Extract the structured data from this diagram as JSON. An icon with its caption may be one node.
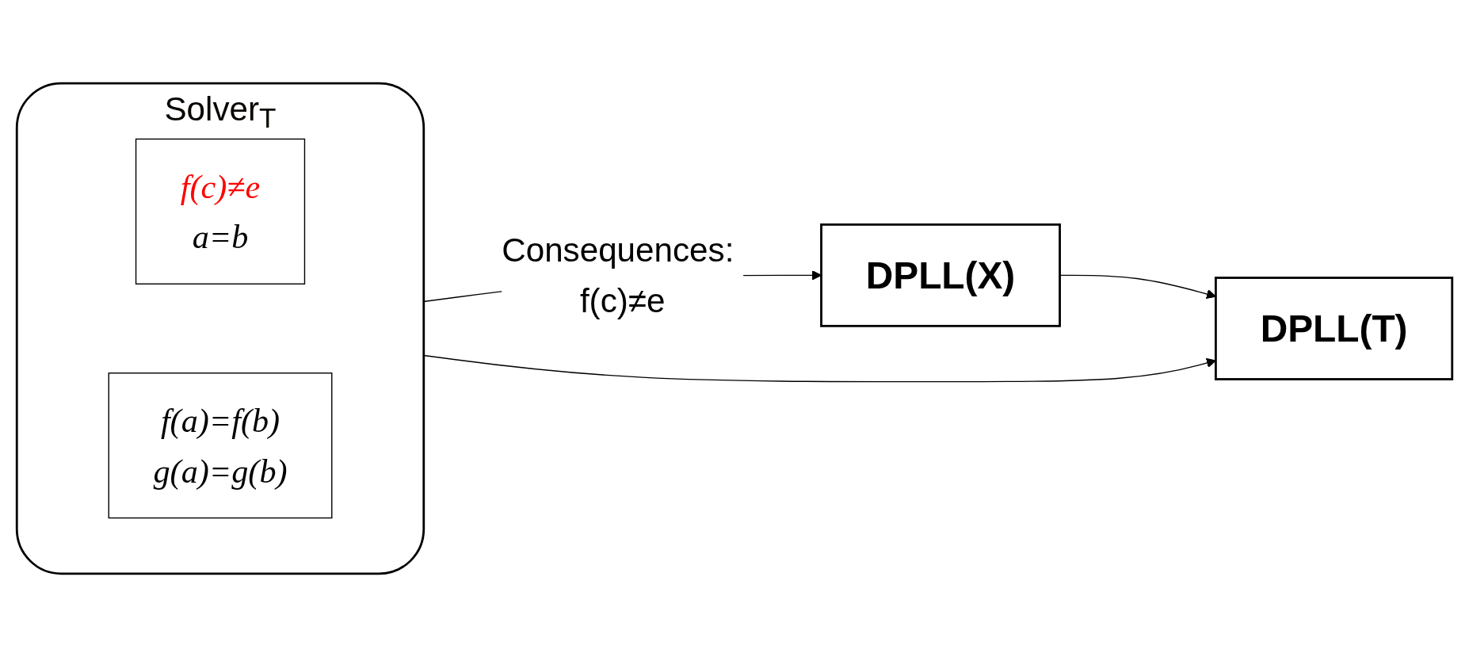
{
  "diagram": {
    "nodes": [
      {
        "text": [
          "Solver$_{T}$"
        ]
      },
      {
        "text": [
          "f(c)≠e",
          "a=b"
        ],
        "in": 0
      },
      {
        "text": [
          "f(a)=f(b)",
          "g(a)=g(b)"
        ],
        "in": 0
      },
      {
        "text": [
          "DPLL(X)"
        ]
      },
      {
        "text": [
          "DPLL(T)"
        ]
      }
    ],
    "edges": [
      {
        "from": 0,
        "to": 3,
        "arrow": "to",
        "label": "Consequences: f(c)≠e"
      },
      {
        "from": 3,
        "to": 4,
        "arrow": "to"
      },
      {
        "from": 0,
        "to": 4,
        "arrow": "to"
      }
    ]
  }
}
